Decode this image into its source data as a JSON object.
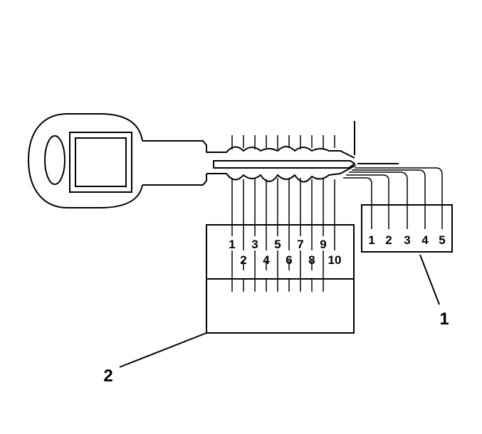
{
  "callouts": {
    "one": "1",
    "two": "2"
  },
  "cut_depth_labels": [
    "1",
    "2",
    "3",
    "4",
    "5"
  ],
  "cut_position_labels": [
    "1",
    "2",
    "3",
    "4",
    "5",
    "6",
    "7",
    "8",
    "9",
    "10"
  ]
}
